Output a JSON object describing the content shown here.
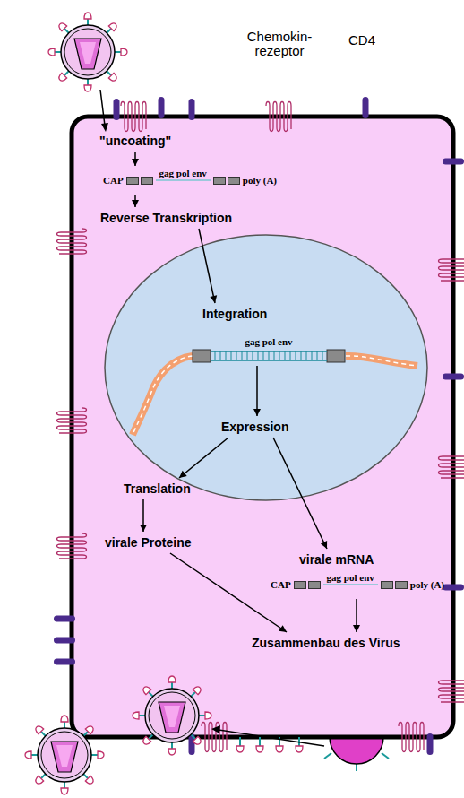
{
  "diagram": {
    "nodes": [
      {
        "text": [
          "\"uncoating\""
        ]
      },
      {
        "text": [
          "CAP",
          "gag pol env",
          "poly (A)"
        ]
      },
      {
        "text": [
          "Reverse Transkription"
        ]
      },
      {
        "text": [
          "Integration"
        ]
      },
      {
        "text": [
          "gag pol env"
        ]
      },
      {
        "text": [
          "Expression"
        ]
      },
      {
        "text": [
          "Translation"
        ]
      },
      {
        "text": [
          "virale Proteine"
        ]
      },
      {
        "text": [
          "virale mRNA"
        ]
      },
      {
        "text": [
          "CAP",
          "gag pol env",
          "poly (A)"
        ]
      },
      {
        "text": [
          "Zusammenbau des Virus"
        ]
      }
    ],
    "edges": [
      {
        "from": 0,
        "to": 1,
        "arrow": "to"
      },
      {
        "from": 1,
        "to": 2,
        "arrow": "to"
      },
      {
        "from": 2,
        "to": 3,
        "arrow": "to"
      },
      {
        "from": 4,
        "to": 5,
        "arrow": "to"
      },
      {
        "from": 5,
        "to": 6,
        "arrow": "to"
      },
      {
        "from": 5,
        "to": 8,
        "arrow": "to"
      },
      {
        "from": 6,
        "to": 7,
        "arrow": "to"
      },
      {
        "from": 7,
        "to": 10,
        "arrow": "to"
      },
      {
        "from": 9,
        "to": 10,
        "arrow": "to"
      }
    ],
    "labels": [
      "Chemokin- rezeptor",
      "CD4"
    ]
  }
}
